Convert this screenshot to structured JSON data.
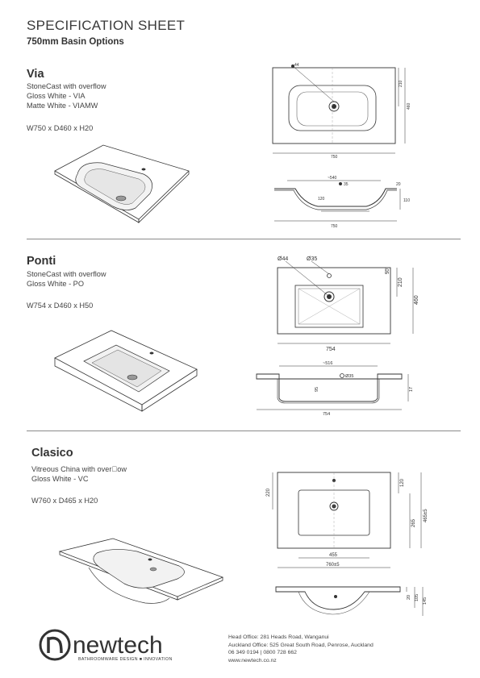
{
  "header": {
    "title": "SPECIFICATION SHEET",
    "subtitle": "750mm Basin Options"
  },
  "products": [
    {
      "name": "Via",
      "lines": [
        "StoneCast with overflow",
        "Gloss White - VIA",
        "Matte White - VIAMW"
      ],
      "dimensions": "W750 x D460 x H20",
      "drawing_labels": {
        "top_hole": "44",
        "top_right": "210",
        "top_right2": "460",
        "top_bottom": "750",
        "side_top": "~540",
        "side_hole": "35",
        "side_bottom": "750",
        "side_r1": "20",
        "side_r2": "110",
        "side_mid": "120"
      }
    },
    {
      "name": "Ponti",
      "lines": [
        "StoneCast with overflow",
        "Gloss White - PO"
      ],
      "dimensions": "W754 x D460 x H50",
      "drawing_labels": {
        "hole_a": "Ø44",
        "hole_b": "Ø35",
        "right_a": "50",
        "right_b": "210",
        "right_c": "460",
        "width": "754",
        "side_top": "~516",
        "side_hole": "Ø35",
        "side_r": "17",
        "side_mid": "95",
        "side_width": "754"
      }
    },
    {
      "name": "Clasico",
      "lines": [
        "Vitreous China with over\u0000ow",
        "Gloss White - VC"
      ],
      "dimensions": "W760 x D465 x H20",
      "drawing_labels": {
        "left_a": "220",
        "right_a": "120",
        "right_b": "265",
        "right_c": "465±5",
        "inner_w": "455",
        "outer_w": "760±5",
        "side_a": "20",
        "side_b": "105",
        "side_c": "145"
      }
    }
  ],
  "footer": {
    "brand": "newtech",
    "tagline": "BATHROOMWARE DESIGN ■ INNOVATION",
    "address_lines": [
      "Head Office: 281 Heads Road, Wanganui",
      "Auckland Office: 525 Great South Road, Penrose, Auckland",
      "06 349 0194  |  0800 728 662",
      "www.newtech.co.nz"
    ]
  }
}
